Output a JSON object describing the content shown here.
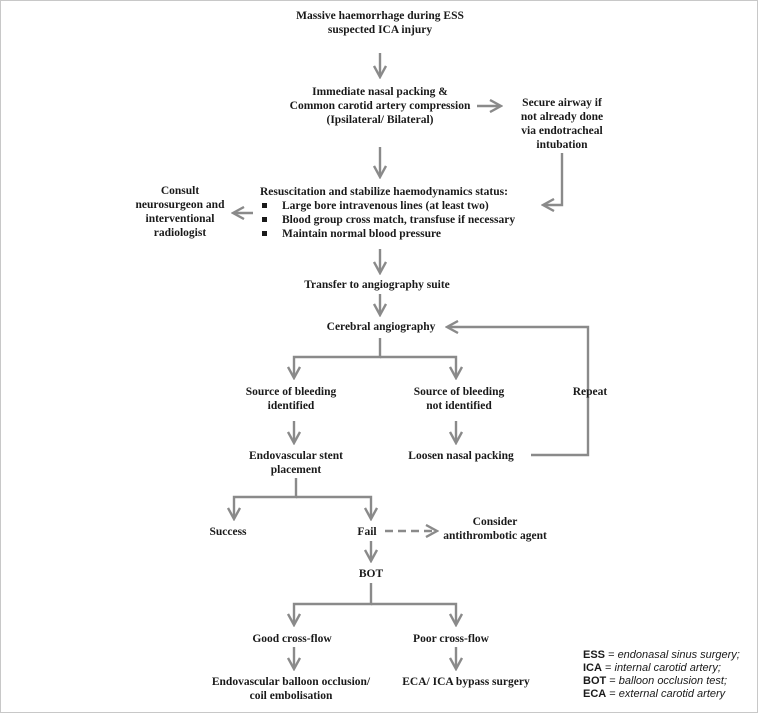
{
  "nodes": {
    "start": [
      "Massive haemorrhage during ESS",
      "suspected ICA injury"
    ],
    "packing": [
      "Immediate nasal packing &",
      "Common carotid artery compression",
      "(Ipsilateral/ Bilateral)"
    ],
    "airway": [
      "Secure airway if",
      "not already done",
      "via endotracheal",
      "intubation"
    ],
    "consult": [
      "Consult",
      "neurosurgeon and",
      "interventional",
      "radiologist"
    ],
    "resus_title": "Resuscitation and stabilize haemodynamics status:",
    "resus_items": [
      "Large bore intravenous lines (at least two)",
      "Blood group cross match, transfuse if necessary",
      "Maintain normal blood pressure"
    ],
    "transfer": "Transfer to angiography suite",
    "angiography": "Cerebral angiography",
    "identified": [
      "Source of bleeding",
      "identified"
    ],
    "not_identified": [
      "Source of bleeding",
      "not identified"
    ],
    "repeat": "Repeat",
    "stent": [
      "Endovascular stent",
      "placement"
    ],
    "loosen": "Loosen nasal packing",
    "success": "Success",
    "fail": "Fail",
    "antithrombotic": [
      "Consider",
      "antithrombotic agent"
    ],
    "bot": "BOT",
    "good": "Good cross-flow",
    "poor": "Poor cross-flow",
    "balloon": [
      "Endovascular balloon occlusion/",
      "coil embolisation"
    ],
    "bypass": "ECA/ ICA bypass surgery"
  },
  "legend": [
    {
      "abbr": "ESS",
      "def": "endonasal sinus surgery;"
    },
    {
      "abbr": "ICA",
      "def": "internal carotid artery;"
    },
    {
      "abbr": "BOT",
      "def": "balloon occlusion test;"
    },
    {
      "abbr": "ECA",
      "def": "external carotid artery"
    }
  ],
  "colors": {
    "arrow": "#8a8a8a",
    "text": "#1a1a1a",
    "border": "#c8c8c8"
  }
}
